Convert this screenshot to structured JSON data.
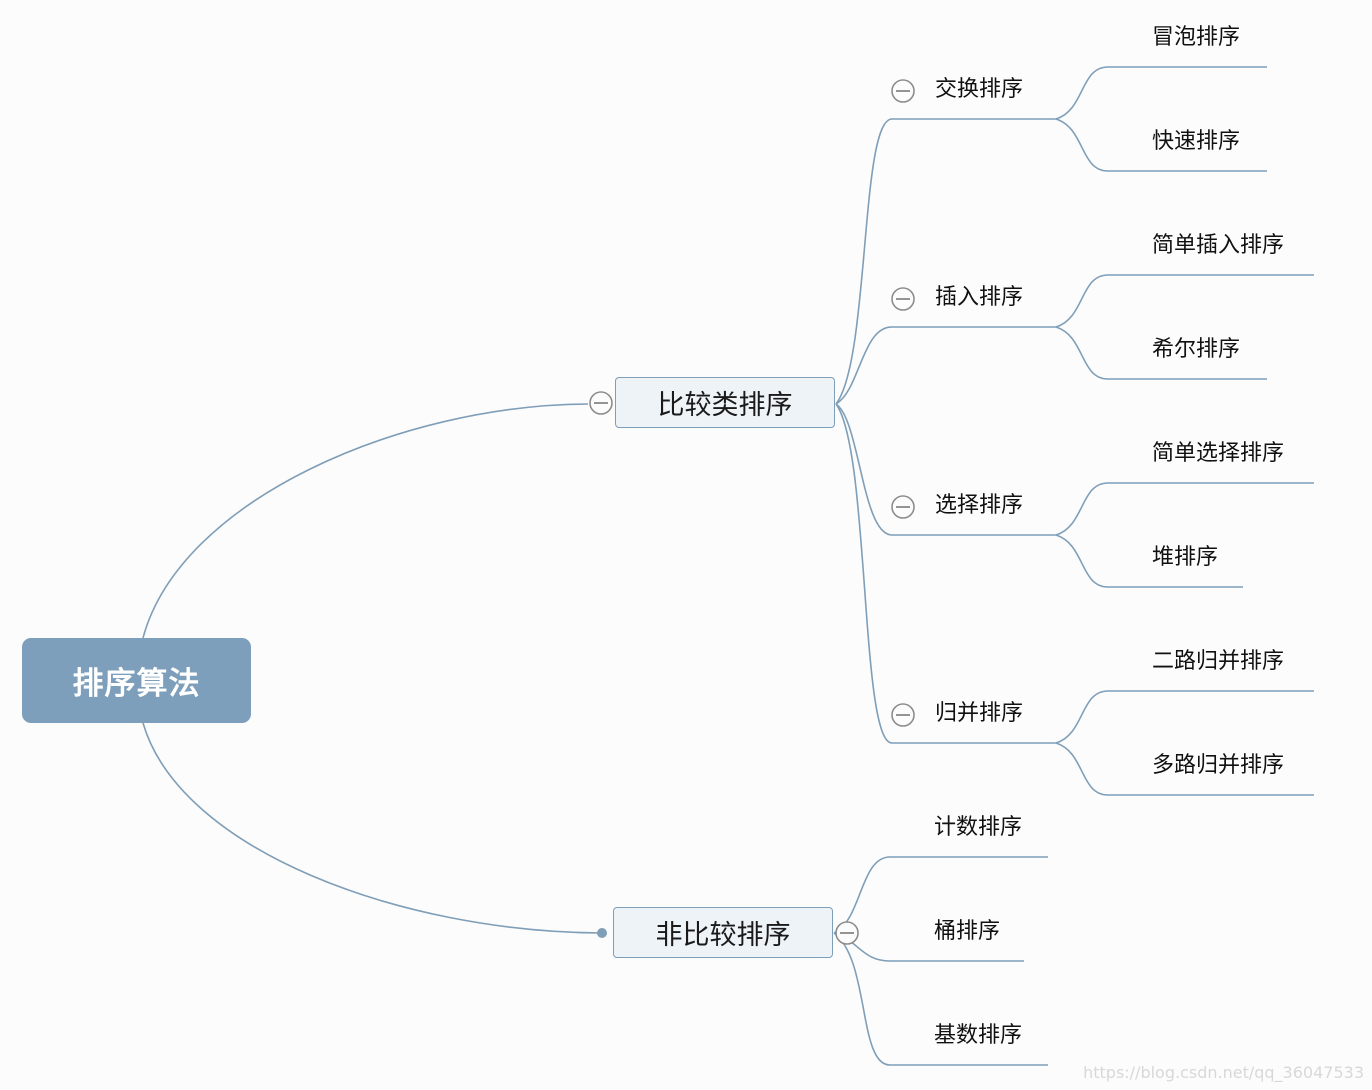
{
  "root": {
    "label": "排序算法"
  },
  "branches": {
    "comparison": {
      "label": "比较类排序"
    },
    "non_comparison": {
      "label": "非比较排序"
    }
  },
  "categories": {
    "exchange": {
      "label": "交换排序",
      "children": [
        "冒泡排序",
        "快速排序"
      ]
    },
    "insertion": {
      "label": "插入排序",
      "children": [
        "简单插入排序",
        "希尔排序"
      ]
    },
    "selection": {
      "label": "选择排序",
      "children": [
        "简单选择排序",
        "堆排序"
      ]
    },
    "merge": {
      "label": "归并排序",
      "children": [
        "二路归并排序",
        "多路归并排序"
      ]
    }
  },
  "non_comparison_children": [
    "计数排序",
    "桶排序",
    "基数排序"
  ],
  "watermark": "https://blog.csdn.net/qq_36047533",
  "colors": {
    "accent": "#7d9fbb",
    "line": "#7f9eb8",
    "node_fill": "#eef3f8",
    "background": "#fcfcfc"
  },
  "icons": {
    "collapse_toggle": "minus-circle-icon",
    "collapsed_point": "dot-icon"
  }
}
